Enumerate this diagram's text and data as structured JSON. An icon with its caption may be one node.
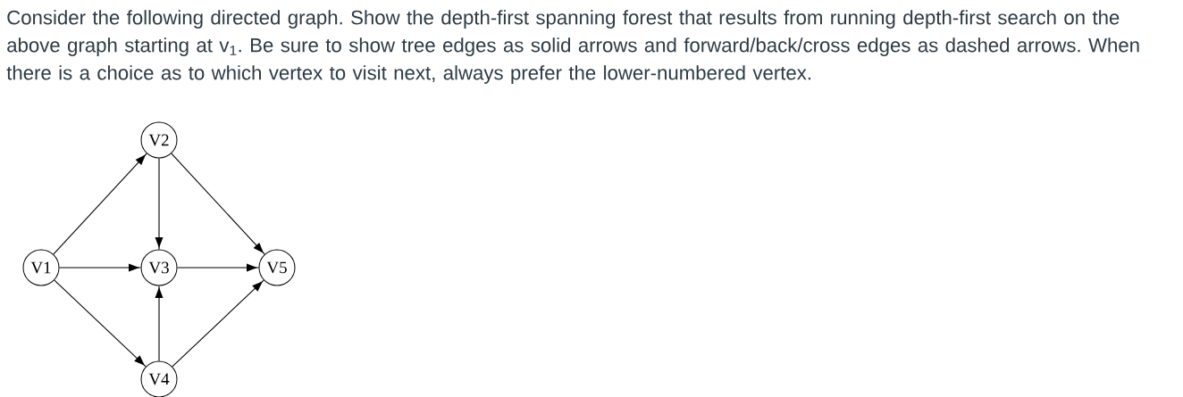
{
  "diagram": {
    "nodes": [
      {
        "text": [
          "V2"
        ]
      },
      {
        "text": [
          "V1"
        ]
      },
      {
        "text": [
          "V3"
        ]
      },
      {
        "text": [
          "V5"
        ]
      },
      {
        "text": [
          "V4"
        ]
      }
    ],
    "edges": [
      {
        "from": 1,
        "to": 0,
        "arrow": "to"
      },
      {
        "from": 1,
        "to": 2,
        "arrow": "to"
      },
      {
        "from": 1,
        "to": 4,
        "arrow": "to"
      },
      {
        "from": 0,
        "to": 2,
        "arrow": "to"
      },
      {
        "from": 0,
        "to": 3,
        "arrow": "to"
      },
      {
        "from": 2,
        "to": 3,
        "arrow": "to"
      },
      {
        "from": 4,
        "to": 2,
        "arrow": "to"
      },
      {
        "from": 4,
        "to": 3,
        "arrow": "to"
      }
    ],
    "labels": [
      "Consider the following directed graph. Show the depth-first spanning forest that results from running depth-first search on the above graph starting at v$_{1}$. Be sure to show tree edges as solid arrows and forward/back/cross edges as dashed arrows. When there is a choice as to which vertex to visit next, always prefer the lower-numbered vertex."
    ]
  }
}
